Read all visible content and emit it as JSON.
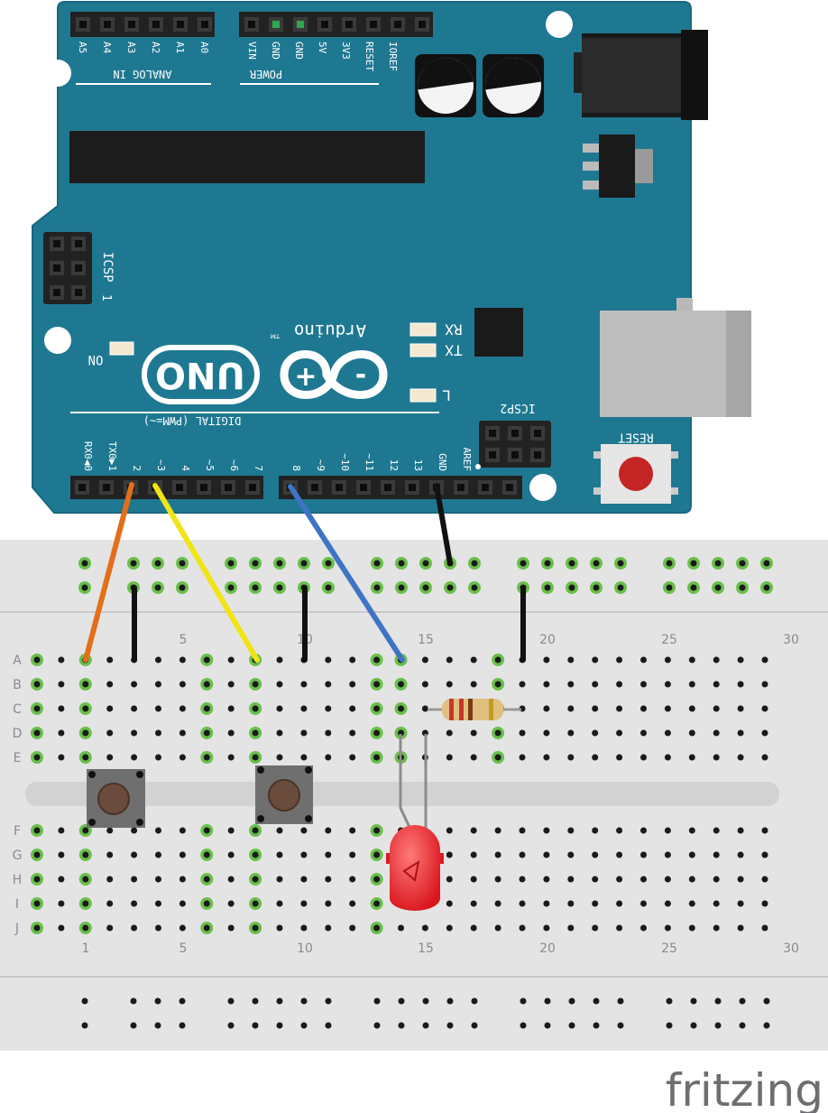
{
  "board": {
    "name": "UNO",
    "brand": "Arduino",
    "tm": "TM",
    "analog_header_label": "ANALOG IN",
    "power_header_label": "POWER",
    "digital_header_label": "DIGITAL (PWM=~)",
    "icsp_label": "ICSP",
    "icsp2_label": "ICSP2",
    "icsp_pin1": "1",
    "on_label": "ON",
    "rx_label": "RX",
    "tx_label": "TX",
    "l_label": "L",
    "reset_label": "RESET",
    "analog_pins": [
      "A5",
      "A4",
      "A3",
      "A2",
      "A1",
      "A0"
    ],
    "power_pins": [
      "VIN",
      "GND",
      "GND",
      "5V",
      "3V3",
      "RESET",
      "IOREF"
    ],
    "digital_pins_low": [
      "RX0◀0",
      "TX0▶1",
      "2",
      "~3",
      "4",
      "~5",
      "~6",
      "7"
    ],
    "digital_pins_high": [
      "8",
      "~9",
      "~10",
      "~11",
      "12",
      "13",
      "GND",
      "AREF"
    ]
  },
  "breadboard": {
    "row_letters": [
      "A",
      "B",
      "C",
      "D",
      "E",
      "F",
      "G",
      "H",
      "I",
      "J"
    ],
    "column_numbers": [
      "1",
      "5",
      "10",
      "15",
      "20",
      "25",
      "30"
    ]
  },
  "colors": {
    "board": "#1f7891",
    "wire_orange": "#e36e1c",
    "wire_yellow": "#f0e414",
    "wire_blue": "#3f73c4",
    "wire_black": "#111111",
    "led_red": "#e8262c",
    "hole_active": "#6abf4b"
  },
  "footer": {
    "logo_text": "fritzing"
  }
}
